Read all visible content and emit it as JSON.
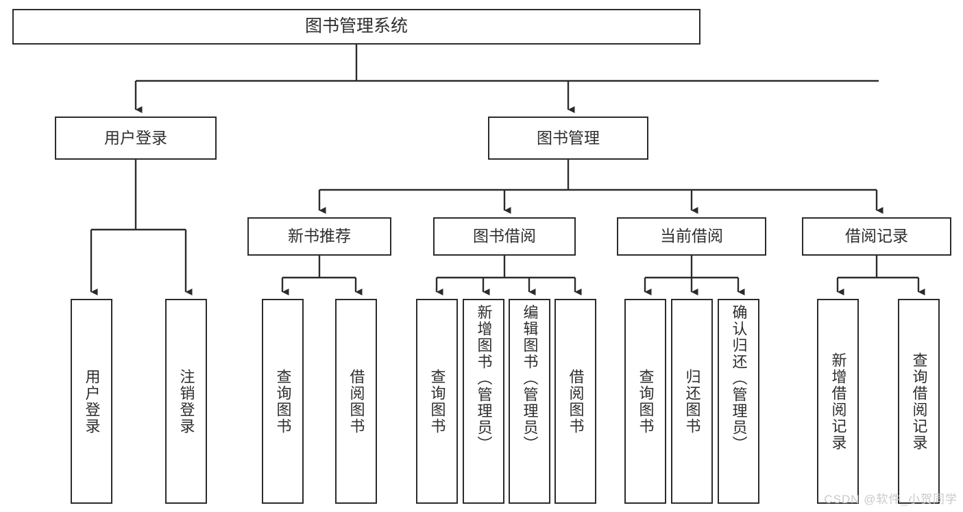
{
  "diagram": {
    "title": "图书管理系统",
    "type": "tree",
    "watermark": "CSDN @软件_小贺同学",
    "colors": {
      "stroke": "#2b2b2b",
      "text": "#2e2e2e",
      "background": "#ffffff",
      "watermark": "#c9c9c9"
    },
    "root": {
      "label": "图书管理系统"
    },
    "level2": [
      {
        "label": "用户登录"
      },
      {
        "label": "图书管理"
      }
    ],
    "level3": [
      {
        "label": "新书推荐"
      },
      {
        "label": "图书借阅"
      },
      {
        "label": "当前借阅"
      },
      {
        "label": "借阅记录"
      }
    ],
    "leaves": {
      "user_login": [
        {
          "label": "用户登录"
        },
        {
          "label": "注销登录"
        }
      ],
      "new_book_recommend": [
        {
          "label": "查询图书"
        },
        {
          "label": "借阅图书"
        }
      ],
      "book_borrow": [
        {
          "label": "查询图书"
        },
        {
          "label": "新增图书（管理员）"
        },
        {
          "label": "编辑图书（管理员）"
        },
        {
          "label": "借阅图书"
        }
      ],
      "current_borrow": [
        {
          "label": "查询图书"
        },
        {
          "label": "归还图书"
        },
        {
          "label": "确认归还（管理员）"
        }
      ],
      "borrow_record": [
        {
          "label": "新增借阅记录"
        },
        {
          "label": "查询借阅记录"
        }
      ]
    }
  }
}
